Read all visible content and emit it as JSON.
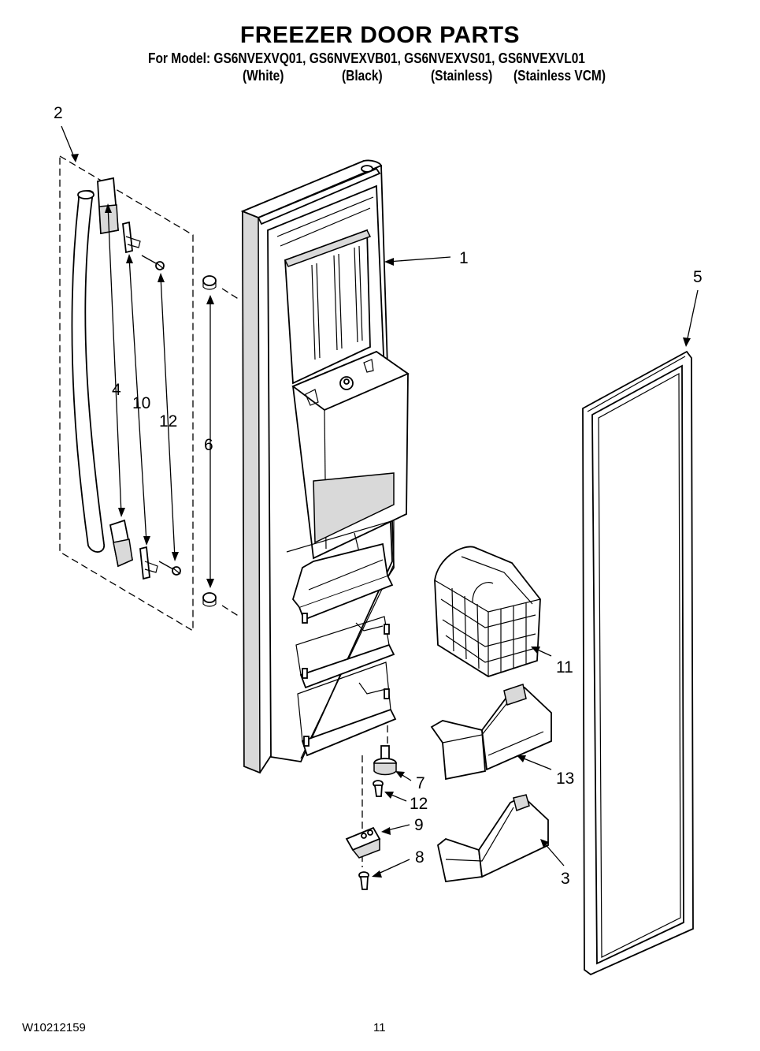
{
  "header": {
    "title": "FREEZER DOOR PARTS",
    "models_line": "For Model: GS6NVEXVQ01, GS6NVEXVB01, GS6NVEXVS01, GS6NVEXVL01",
    "colors": [
      "(White)",
      "(Black)",
      "(Stainless)",
      "(Stainless VCM)"
    ]
  },
  "callouts": {
    "c1": "1",
    "c2": "2",
    "c3": "3",
    "c4": "4",
    "c5": "5",
    "c6": "6",
    "c7": "7",
    "c8": "8",
    "c9": "9",
    "c10": "10",
    "c11": "11",
    "c12a": "12",
    "c12b": "12",
    "c13": "13"
  },
  "footer": {
    "doc_number": "W10212159",
    "page_number": "11"
  }
}
